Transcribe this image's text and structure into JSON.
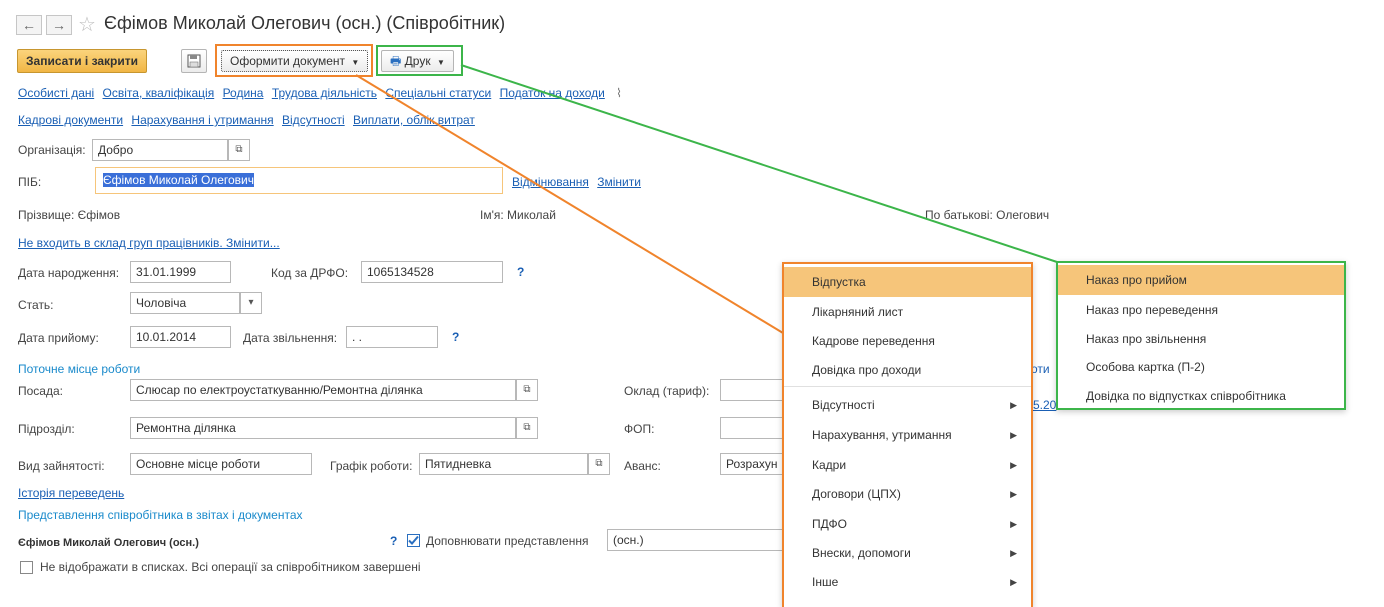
{
  "header": {
    "back": "←",
    "forward": "→",
    "star": "☆",
    "title": "Єфімов Миколай Олегович (осн.) (Співробітник)"
  },
  "toolbar": {
    "save_close": "Записати і закрити",
    "save_icon": "floppy-disk-icon",
    "create_document": "Оформити документ",
    "print": "Друк"
  },
  "nav_links_row1": [
    "Особисті дані",
    "Освіта, кваліфікація",
    "Родина",
    "Трудова діяльність",
    "Спеціальні статуси",
    "Податок на доходи"
  ],
  "nav_links_row2": [
    "Кадрові документи",
    "Нарахування і утримання",
    "Відсутності",
    "Виплати, облік витрат"
  ],
  "form": {
    "org_label": "Організація:",
    "org_value": "Добро",
    "pib_label": "ПІБ:",
    "pib_value": "Єфімов Миколай Олегович",
    "declension_link": "Відмінювання",
    "change_link": "Змінити",
    "surname_label": "Прізвище: Єфімов",
    "name_label": "Ім'я: Миколай",
    "patronymic_label": "По батькові: Олегович",
    "groups_link": "Не входить в склад груп працівників. Змінити...",
    "birth_label": "Дата народження:",
    "birth_value": "31.01.1999",
    "drfo_label": "Код за ДРФО:",
    "drfo_value": "1065134528",
    "q": "?",
    "gender_label": "Стать:",
    "gender_value": "Чоловіча",
    "hire_label": "Дата прийому:",
    "hire_value": "10.01.2014",
    "dismiss_label": "Дата звільнення:",
    "dismiss_value": " .  .",
    "current_work_section": "Поточне місце роботи",
    "position_label": "Посада:",
    "position_value": "Слюсар по електроустаткуванню/Ремонтна ділянка",
    "salary_label": "Оклад (тариф):",
    "dept_label": "Підрозділ:",
    "dept_value": "Ремонтна ділянка",
    "fop_label": "ФОП:",
    "employment_label": "Вид зайнятості:",
    "employment_value": "Основне місце роботи",
    "schedule_label": "Графік роботи:",
    "schedule_value": "Пятидневка",
    "advance_label": "Аванс:",
    "advance_value": "Розрахун",
    "partial_right_1": "оти",
    "partial_right_2": "5.20",
    "transfer_history_link": "Історія переведень",
    "representation_section": "Представлення співробітника в звітах і документах",
    "representation_name": "Єфімов Миколай Олегович (осн.)",
    "complement_label": "Доповнювати представлення",
    "complement_value": "(осн.)",
    "hide_label": "Не відображати в списках. Всі операції за співробітником завершені"
  },
  "document_menu": {
    "items": [
      "Відпустка",
      "Лікарняний лист",
      "Кадрове переведення",
      "Довідка про доходи"
    ],
    "submenus": [
      "Відсутності",
      "Нарахування, утримання",
      "Кадри",
      "Договори (ЦПХ)",
      "ПДФО",
      "Внески, допомоги",
      "Інше"
    ]
  },
  "print_menu": {
    "items": [
      "Наказ про прийом",
      "Наказ про переведення",
      "Наказ про звільнення",
      "Особова картка (П-2)",
      "Довідка по відпустках співробітника"
    ]
  },
  "colors": {
    "orange_highlight": "#f0842c",
    "green_highlight": "#3cb54a",
    "active_item": "#f6c57a",
    "link": "#1a5fb4"
  }
}
